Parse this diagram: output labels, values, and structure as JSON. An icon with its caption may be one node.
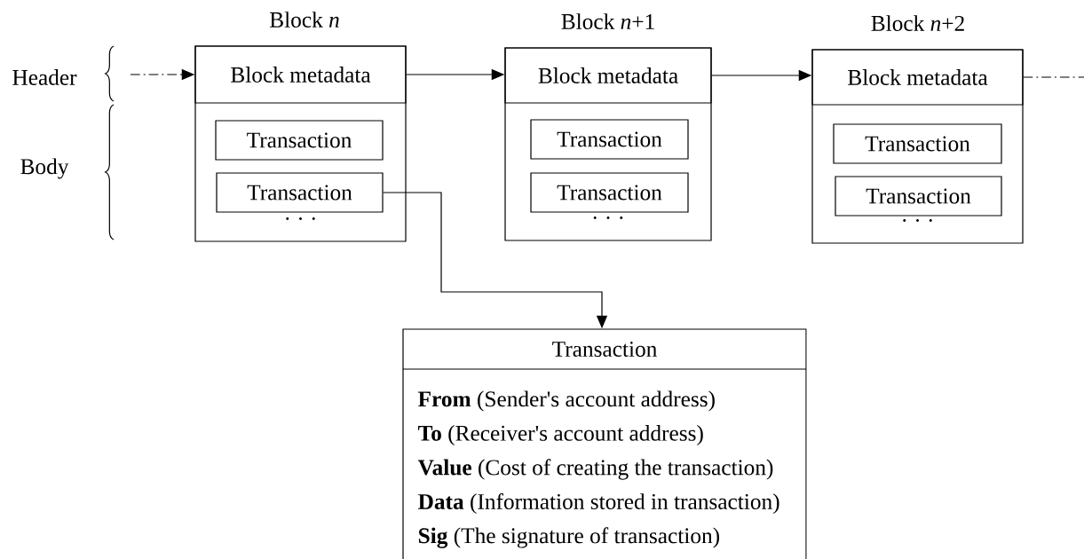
{
  "diagram": {
    "nodes": [
      {
        "text": [
          "Block *n*",
          "· · ·"
        ]
      },
      {
        "text": [
          "Block metadata"
        ],
        "in": 0
      },
      {
        "text": [
          "Transaction"
        ],
        "in": 0
      },
      {
        "text": [
          "Transaction"
        ],
        "in": 0
      },
      {
        "text": [
          "Block *n*+1",
          "· · ·"
        ]
      },
      {
        "text": [
          "Block metadata"
        ],
        "in": 4
      },
      {
        "text": [
          "Transaction"
        ],
        "in": 4
      },
      {
        "text": [
          "Transaction"
        ],
        "in": 4
      },
      {
        "text": [
          "Block *n*+2",
          "· · ·"
        ]
      },
      {
        "text": [
          "Block metadata"
        ],
        "in": 8
      },
      {
        "text": [
          "Transaction"
        ],
        "in": 8
      },
      {
        "text": [
          "Transaction"
        ],
        "in": 8
      },
      {
        "text": [
          "Transaction",
          "**From** (Sender's account address)",
          "**To** (Receiver's account address)",
          "**Value** (Cost of creating the transaction)",
          "**Data** (Information stored in transaction)",
          "**Sig** (The signature of  transaction)"
        ]
      }
    ],
    "edges": [
      {
        "from": null,
        "to": 1,
        "arrow": "to",
        "style": "dashed"
      },
      {
        "from": 1,
        "to": 5,
        "arrow": "to"
      },
      {
        "from": 5,
        "to": 9,
        "arrow": "to"
      },
      {
        "from": 9,
        "to": null,
        "arrow": "none",
        "style": "dashed"
      },
      {
        "from": 3,
        "to": 12,
        "arrow": "to"
      }
    ],
    "labels": [
      "Header",
      "Body"
    ]
  }
}
